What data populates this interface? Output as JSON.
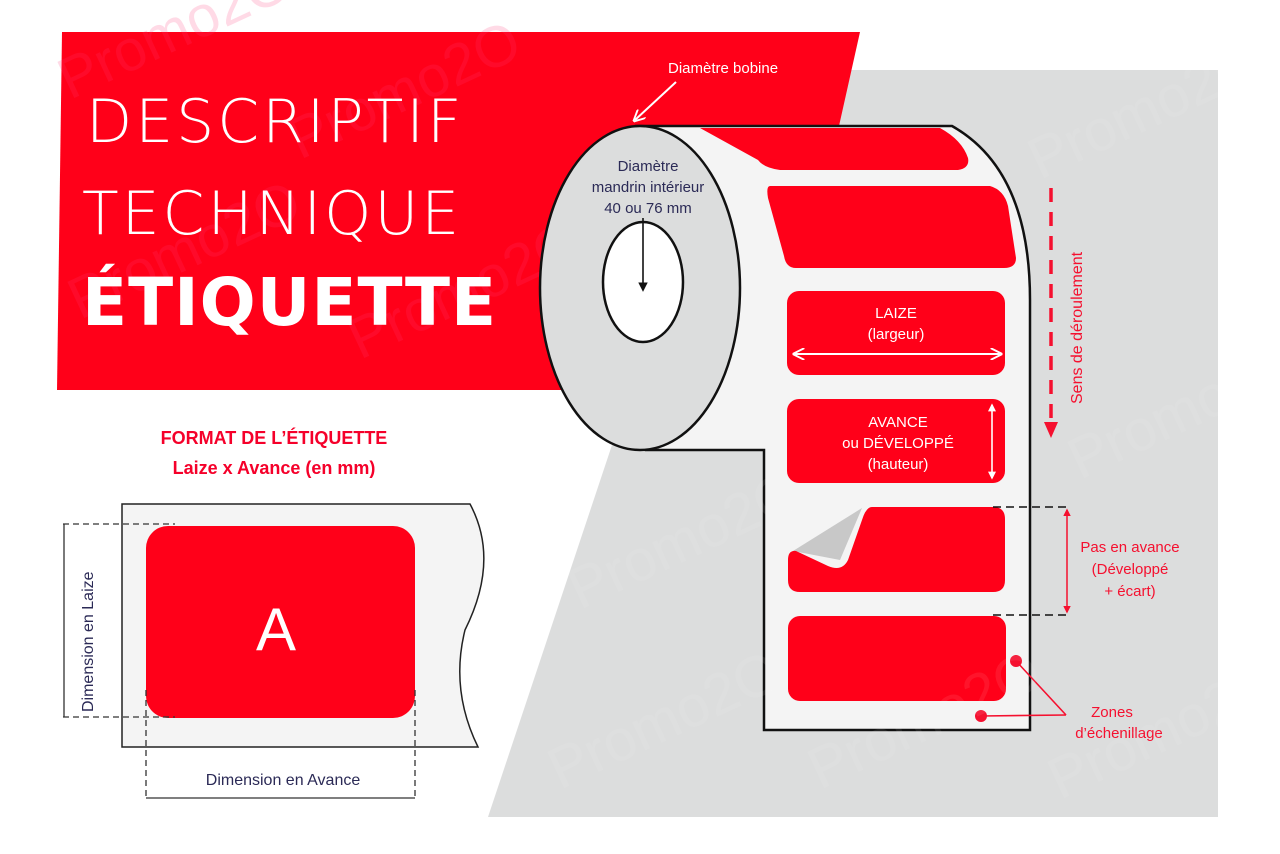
{
  "colors": {
    "brand_red": "#ff0019",
    "gray_panel": "#dcdddd",
    "paper": "#f4f4f4",
    "navy_text": "#2b2a56",
    "red_text": "#f5102f",
    "outline": "#111111",
    "peel_gray": "#c8c8c8"
  },
  "header": {
    "title_line1": "DESCRIPTIF",
    "title_line2": "TECHNIQUE",
    "title_line3": "ÉTIQUETTE"
  },
  "watermark": {
    "text": "Promo2O"
  },
  "roll": {
    "diameter_bobine_label": "Diamètre bobine",
    "core_label_line1": "Diamètre",
    "core_label_line2": "mandrin intérieur",
    "core_label_line3": "40 ou 76 mm",
    "laize_label": "LAIZE",
    "laize_sub": "(largeur)",
    "avance_label": "AVANCE",
    "avance_sub1": "ou DÉVELOPPÉ",
    "avance_sub2": "(hauteur)",
    "unwind_direction": "Sens de déroulement",
    "pitch_line1": "Pas en avance",
    "pitch_line2": "(Développé",
    "pitch_line3": "+ écart)",
    "waste_line1": "Zones",
    "waste_line2": "d’échenillage"
  },
  "format": {
    "heading_line1": "FORMAT DE L’ÉTIQUETTE",
    "heading_line2": "Laize x Avance (en mm)",
    "label_letter": "A",
    "dimension_laize": "Dimension en Laize",
    "dimension_avance": "Dimension en Avance"
  }
}
